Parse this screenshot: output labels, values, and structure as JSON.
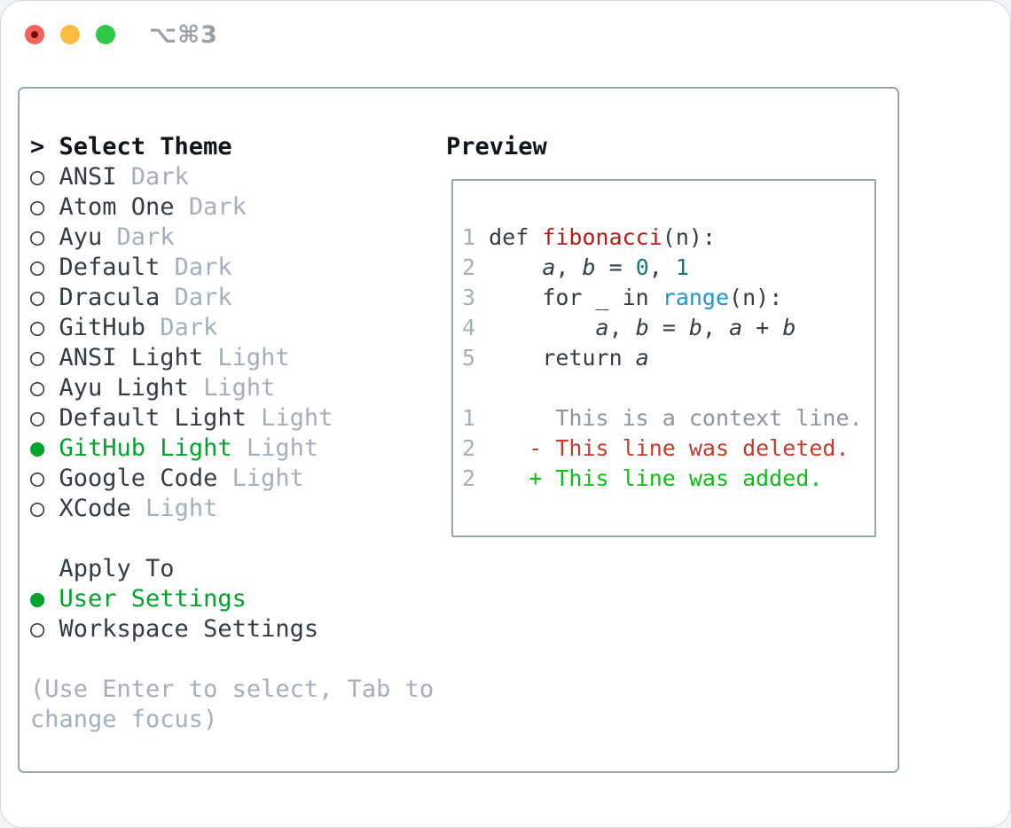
{
  "window": {
    "shortcut_label": "⌥⌘3"
  },
  "traffic_lights": [
    {
      "name": "close",
      "color": "#f4615a"
    },
    {
      "name": "minimize",
      "color": "#f8bd41"
    },
    {
      "name": "zoom",
      "color": "#31c847"
    }
  ],
  "theme_selector": {
    "header_marker": ">",
    "header": "Select Theme",
    "items": [
      {
        "name": "ANSI",
        "variant": "Dark",
        "selected": false
      },
      {
        "name": "Atom One",
        "variant": "Dark",
        "selected": false
      },
      {
        "name": "Ayu",
        "variant": "Dark",
        "selected": false
      },
      {
        "name": "Default",
        "variant": "Dark",
        "selected": false
      },
      {
        "name": "Dracula",
        "variant": "Dark",
        "selected": false
      },
      {
        "name": "GitHub",
        "variant": "Dark",
        "selected": false
      },
      {
        "name": "ANSI Light",
        "variant": "Light",
        "selected": false
      },
      {
        "name": "Ayu Light",
        "variant": "Light",
        "selected": false
      },
      {
        "name": "Default Light",
        "variant": "Light",
        "selected": false
      },
      {
        "name": "GitHub Light",
        "variant": "Light",
        "selected": true
      },
      {
        "name": "Google Code",
        "variant": "Light",
        "selected": false
      },
      {
        "name": "XCode",
        "variant": "Light",
        "selected": false
      }
    ],
    "marker_unselected": "○",
    "marker_selected": "●"
  },
  "apply_to": {
    "header": "Apply To",
    "options": [
      {
        "name": "User Settings",
        "selected": true
      },
      {
        "name": "Workspace Settings",
        "selected": false
      }
    ]
  },
  "hint_lines": [
    "(Use Enter to select, Tab to",
    "change focus)"
  ],
  "preview": {
    "header": "Preview",
    "lines": [
      {
        "num": "1",
        "tokens": [
          [
            "def ",
            "p"
          ],
          [
            "fibonacci",
            "fn"
          ],
          [
            "(n):",
            "p"
          ]
        ]
      },
      {
        "num": "2",
        "tokens": [
          [
            "    ",
            "p"
          ],
          [
            "a",
            "v"
          ],
          [
            ", ",
            "p"
          ],
          [
            "b",
            "v"
          ],
          [
            " = ",
            "p"
          ],
          [
            "0",
            "n"
          ],
          [
            ", ",
            "p"
          ],
          [
            "1",
            "n"
          ]
        ]
      },
      {
        "num": "3",
        "tokens": [
          [
            "    for _ in ",
            "p"
          ],
          [
            "range",
            "b"
          ],
          [
            "(n):",
            "p"
          ]
        ]
      },
      {
        "num": "4",
        "tokens": [
          [
            "        ",
            "p"
          ],
          [
            "a",
            "v"
          ],
          [
            ", ",
            "p"
          ],
          [
            "b",
            "v"
          ],
          [
            " = ",
            "p"
          ],
          [
            "b",
            "v"
          ],
          [
            ", ",
            "p"
          ],
          [
            "a",
            "v"
          ],
          [
            " + ",
            "p"
          ],
          [
            "b",
            "v"
          ]
        ]
      },
      {
        "num": "5",
        "tokens": [
          [
            "    return ",
            "p"
          ],
          [
            "a",
            "v"
          ]
        ]
      },
      {
        "num": "",
        "tokens": []
      },
      {
        "num": "1",
        "tokens": [
          [
            "     This is a context line.",
            "ctx"
          ]
        ]
      },
      {
        "num": "2",
        "tokens": [
          [
            "   - This line was deleted.",
            "del"
          ]
        ]
      },
      {
        "num": "2",
        "tokens": [
          [
            "   + This line was added.",
            "add"
          ]
        ]
      }
    ]
  },
  "colors": {
    "accent_selected_green": "#00a42c",
    "diff_added_green": "#0bbf17",
    "diff_deleted_red": "#c23b2b",
    "function_red": "#b71c14",
    "number_teal": "#0e7d72",
    "builtin_blue": "#1b95d5",
    "muted_gray": "#a6aebb",
    "context_gray": "#8e959d",
    "text_dark": "#363c42",
    "border_gray": "#9aa5b1",
    "titlebar_gray": "#999fa6"
  }
}
